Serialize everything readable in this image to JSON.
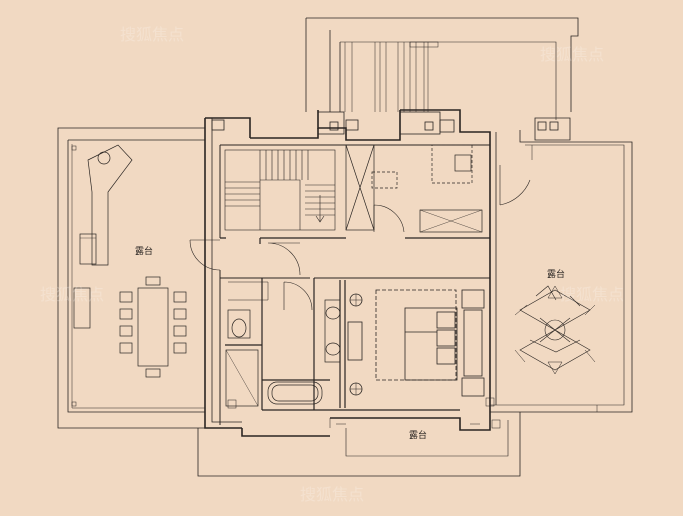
{
  "plan": {
    "background": "#f1d9c2",
    "line_color": "#2a2522",
    "labels": {
      "terrace_west": "露台",
      "terrace_east": "露台",
      "terrace_south": "露台"
    },
    "watermark": "搜狐焦点"
  }
}
